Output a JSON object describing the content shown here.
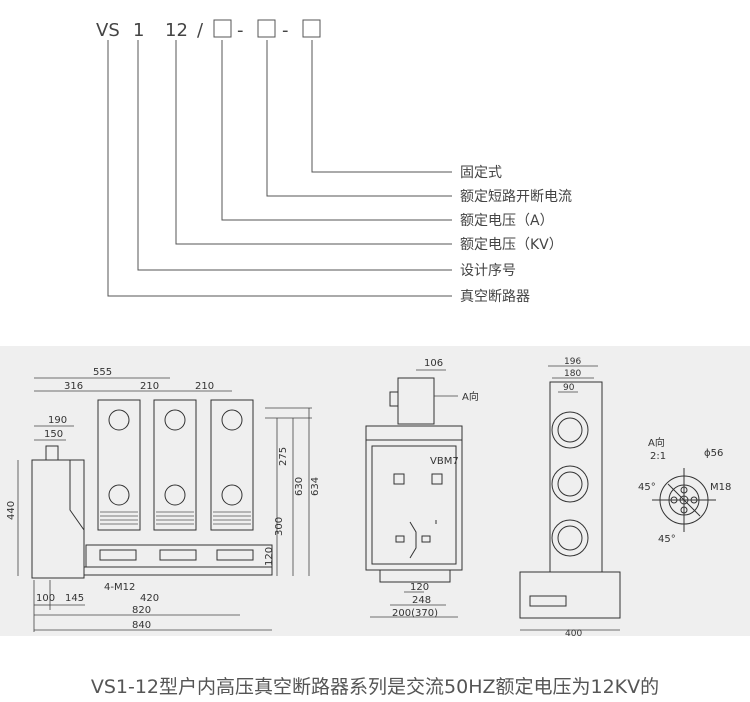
{
  "model_code": {
    "parts": [
      "VS",
      "1",
      "12",
      "/"
    ],
    "separator": "-"
  },
  "legend": [
    "固定式",
    "额定短路开断电流",
    "额定电压（A）",
    "额定电压（KV）",
    "设计序号",
    "真空断路器"
  ],
  "front_view": {
    "dims_top": [
      "555",
      "316",
      "210",
      "210"
    ],
    "dims_left": [
      "190",
      "150",
      "440"
    ],
    "dims_right": [
      "275",
      "630",
      "634",
      "300",
      "120"
    ],
    "dims_bottom": [
      "100",
      "145",
      "4-M12",
      "420",
      "820",
      "840"
    ]
  },
  "side_view": {
    "dims": [
      "106",
      "120",
      "248",
      "200(370)"
    ],
    "arrow_label": "A向",
    "nameplate": "VBM7"
  },
  "back_view": {
    "dims": [
      "196",
      "180",
      "90",
      "400"
    ]
  },
  "detail_view": {
    "title": "A向",
    "scale": "2:1",
    "diameter": "ϕ56",
    "thread": "M18",
    "angle1": "45°",
    "angle2": "45°"
  },
  "caption": "VS1-12型户内高压真空断路器系列是交流50HZ额定电压为12KV的"
}
